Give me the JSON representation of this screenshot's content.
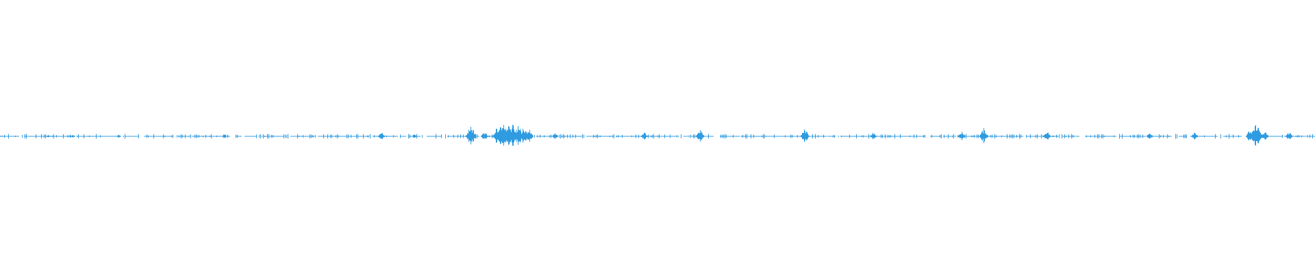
{
  "waveform": {
    "color": "#2f9be0",
    "background": "#ffffff",
    "samples_visible": "continuous",
    "bursts": [
      {
        "pos": 0.0005,
        "amp": 0.01
      },
      {
        "pos": 0.036,
        "amp": 0.02
      },
      {
        "pos": 0.055,
        "amp": 0.02
      },
      {
        "pos": 0.09,
        "amp": 0.02
      },
      {
        "pos": 0.17,
        "amp": 0.03
      },
      {
        "pos": 0.29,
        "amp": 0.06
      },
      {
        "pos": 0.315,
        "amp": 0.03
      },
      {
        "pos": 0.358,
        "amp": 0.14
      },
      {
        "pos": 0.368,
        "amp": 0.06
      },
      {
        "pos": 0.378,
        "amp": 0.12
      },
      {
        "pos": 0.382,
        "amp": 0.18
      },
      {
        "pos": 0.386,
        "amp": 0.16
      },
      {
        "pos": 0.39,
        "amp": 0.15
      },
      {
        "pos": 0.394,
        "amp": 0.14
      },
      {
        "pos": 0.398,
        "amp": 0.12
      },
      {
        "pos": 0.402,
        "amp": 0.1
      },
      {
        "pos": 0.422,
        "amp": 0.04
      },
      {
        "pos": 0.49,
        "amp": 0.05
      },
      {
        "pos": 0.532,
        "amp": 0.09
      },
      {
        "pos": 0.612,
        "amp": 0.1
      },
      {
        "pos": 0.664,
        "amp": 0.05
      },
      {
        "pos": 0.731,
        "amp": 0.06
      },
      {
        "pos": 0.748,
        "amp": 0.1
      },
      {
        "pos": 0.796,
        "amp": 0.07
      },
      {
        "pos": 0.874,
        "amp": 0.05
      },
      {
        "pos": 0.908,
        "amp": 0.06
      },
      {
        "pos": 0.95,
        "amp": 0.08
      },
      {
        "pos": 0.955,
        "amp": 0.17
      },
      {
        "pos": 0.962,
        "amp": 0.06
      },
      {
        "pos": 0.98,
        "amp": 0.06
      }
    ]
  }
}
